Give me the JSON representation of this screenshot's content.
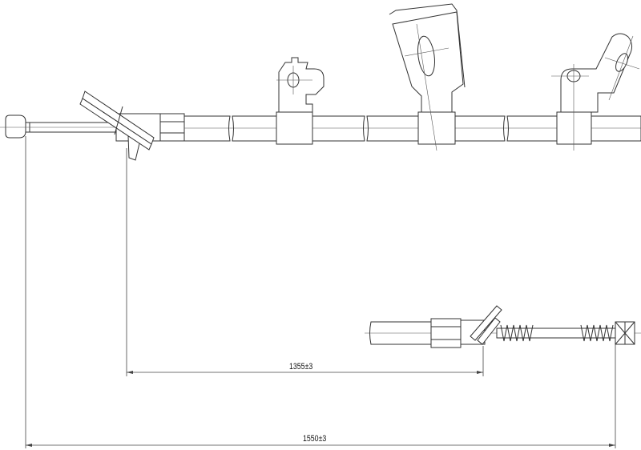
{
  "drawing": {
    "dimensions": [
      {
        "label": "1355±3",
        "value_mm": 1355,
        "tolerance_mm": 3
      },
      {
        "label": "1550±3",
        "value_mm": 1550,
        "tolerance_mm": 3
      }
    ]
  }
}
